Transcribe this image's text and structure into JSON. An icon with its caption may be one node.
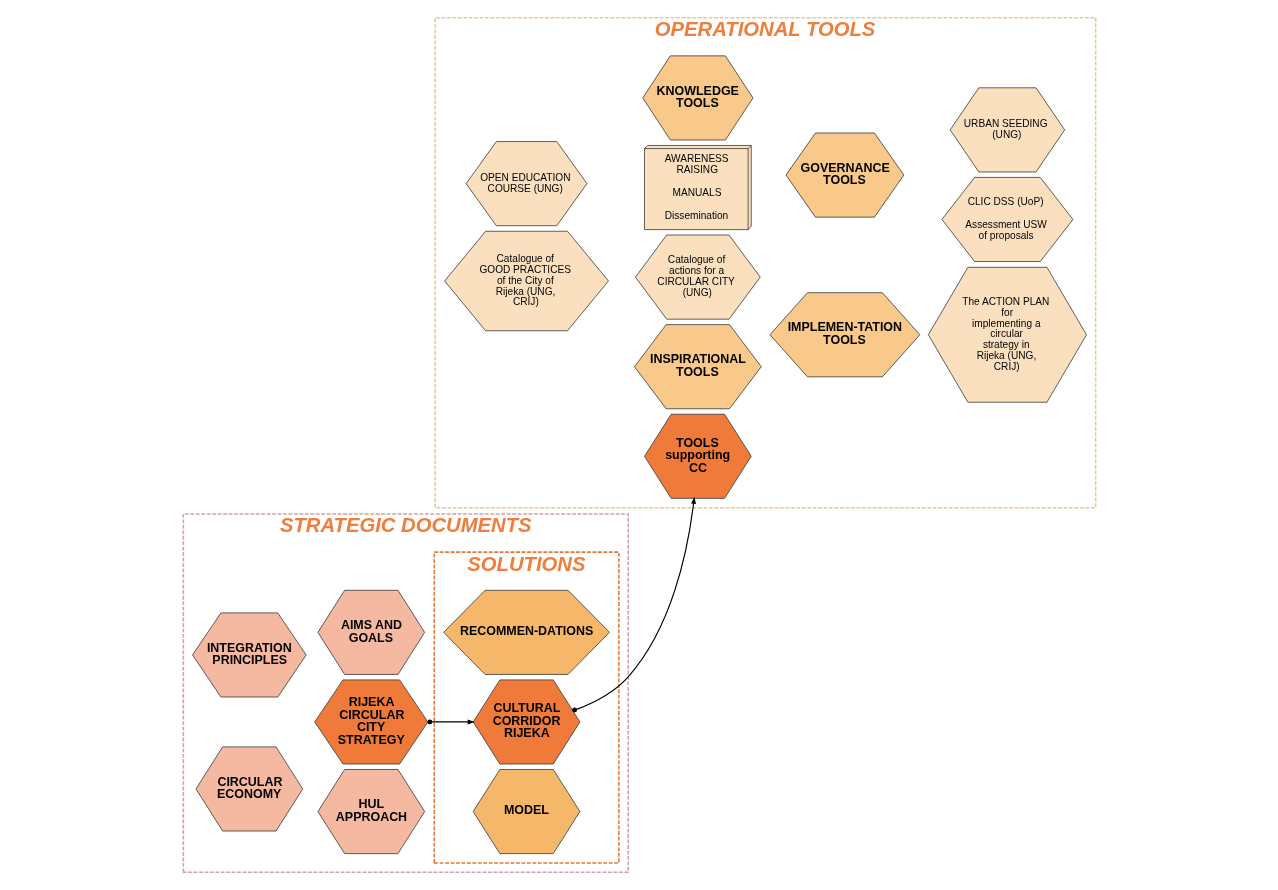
{
  "diagram": {
    "nodes": [
      {
        "text": [
          "STRATEGIC DOCUMENTS"
        ]
      },
      {
        "text": [
          "HUL APPROACH"
        ],
        "in": 0
      },
      {
        "text": [
          "CIRCULAR ECONOMY"
        ],
        "in": 0
      },
      {
        "text": [
          "RIJEKA CIRCULAR CITY STRATEGY"
        ],
        "in": 0
      },
      {
        "text": [
          "INTEGRATION PRINCIPLES"
        ],
        "in": 0
      },
      {
        "text": [
          "AIMS AND GOALS"
        ],
        "in": 0
      },
      {
        "text": [
          "SOLUTIONS"
        ],
        "in": 0
      },
      {
        "text": [
          "MODEL"
        ],
        "in": 6
      },
      {
        "text": [
          "CULTURAL CORRIDOR RIJEKA"
        ],
        "in": 6
      },
      {
        "text": [
          "RECOMMEN-DATIONS"
        ],
        "in": 6
      },
      {
        "text": [
          "OPERATIONAL TOOLS"
        ]
      },
      {
        "text": [
          "Catalogue of actions for a CIRCULAR CITY (UNG)"
        ],
        "in": 10
      },
      {
        "text": [
          "Catalogue of GOOD PRACTICES of the City of Rijeka (UNG, CRIJ)"
        ],
        "in": 10
      },
      {
        "text": [
          "INSPIRATIONAL TOOLS"
        ],
        "in": 10
      },
      {
        "text": [
          "The ACTION PLAN for implementing a circular strategy in Rijeka (UNG, CRIJ)"
        ],
        "in": 10
      },
      {
        "text": [
          "IMPLEMEN-TATION TOOLS"
        ],
        "in": 10
      },
      {
        "text": [
          "TOOLS supporting CC"
        ],
        "in": 10
      },
      {
        "text": [
          "URBAN SEEDING (UNG)"
        ],
        "in": 10
      },
      {
        "text": [
          "GOVERNANCE TOOLS"
        ],
        "in": 10
      },
      {
        "text": [
          "CLIC DSS (UoP)",
          "Assessment USW of proposals"
        ],
        "in": 10
      },
      {
        "text": [
          "KNOWLEDGE TOOLS"
        ],
        "in": 10
      },
      {
        "text": [
          "OPEN EDUCATION COURSE (UNG)"
        ],
        "in": 10
      },
      {
        "text": [
          "AWARENESS RAISING",
          "MANUALS",
          "Dissemination"
        ],
        "in": 10
      }
    ],
    "edges": [
      {
        "from": 3,
        "to": 8,
        "arrow": "to"
      },
      {
        "from": 8,
        "to": 16,
        "arrow": "to"
      }
    ]
  }
}
